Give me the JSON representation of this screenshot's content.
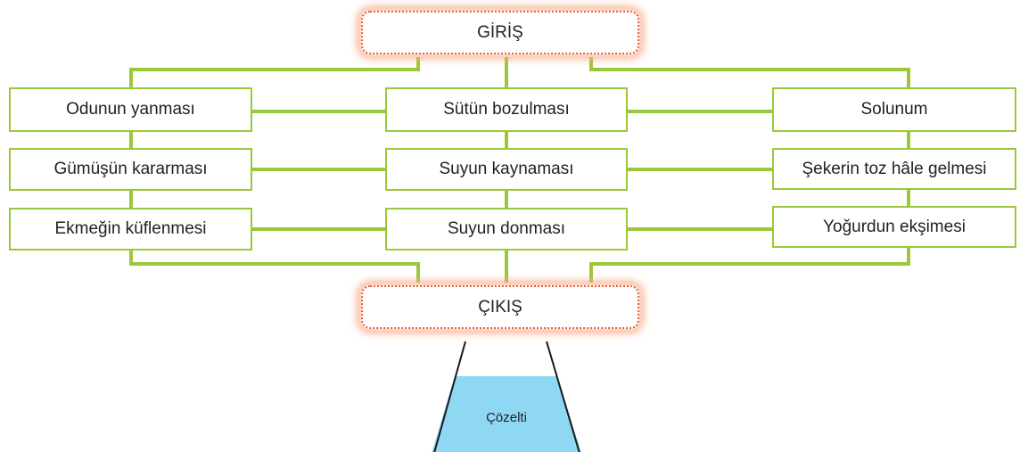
{
  "input_label": "GİRİŞ",
  "output_label": "ÇIKIŞ",
  "columns": [
    [
      "Odunun yanması",
      "Gümüşün kararması",
      "Ekmeğin küflenmesi"
    ],
    [
      "Sütün bozulması",
      "Suyun kaynaması",
      "Suyun donması"
    ],
    [
      "Solunum",
      "Şekerin toz hâle gelmesi",
      "Yoğurdun ekşimesi"
    ]
  ],
  "flask_label": "Çözelti",
  "colors": {
    "line": "#9bc83a",
    "box_border": "#9bc83a",
    "term_border": "#e3603a",
    "liquid": "#8fd8f4"
  }
}
